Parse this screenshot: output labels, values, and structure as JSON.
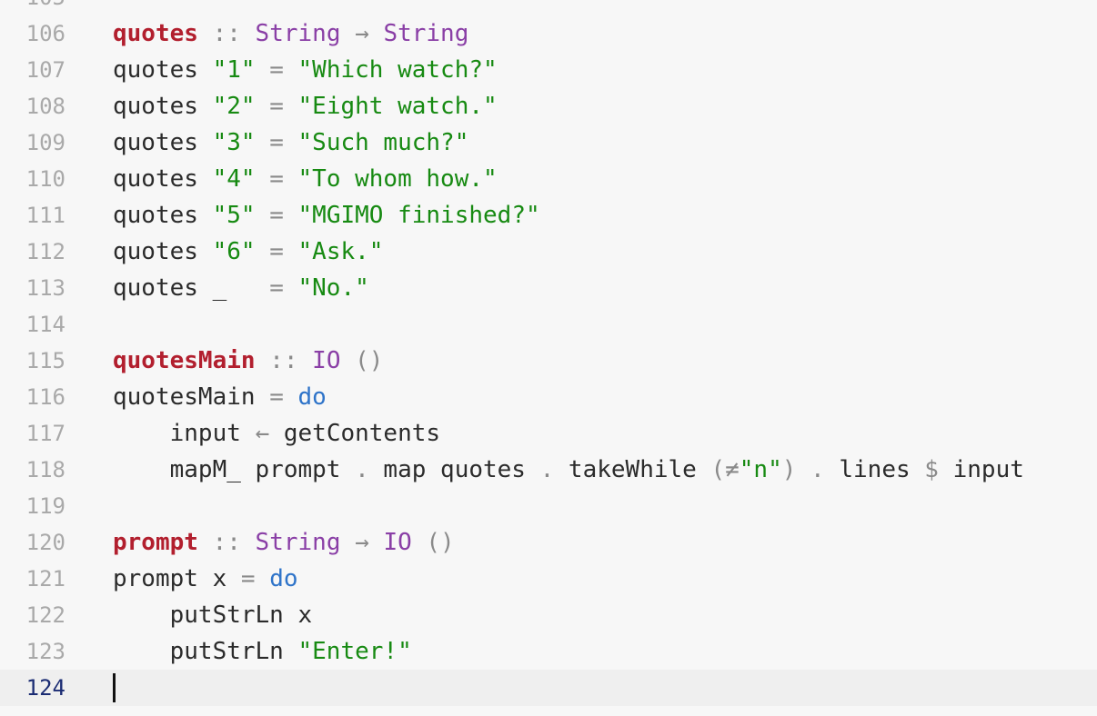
{
  "editor": {
    "lines": [
      {
        "num": "105",
        "tokens": []
      },
      {
        "num": "106",
        "tokens": [
          {
            "t": "quotes",
            "c": "fn"
          },
          {
            "t": " :: ",
            "c": "op"
          },
          {
            "t": "String",
            "c": "typ"
          },
          {
            "t": " → ",
            "c": "op"
          },
          {
            "t": "String",
            "c": "typ"
          }
        ]
      },
      {
        "num": "107",
        "tokens": [
          {
            "t": "quotes ",
            "c": ""
          },
          {
            "t": "\"1\"",
            "c": "str"
          },
          {
            "t": " = ",
            "c": "op"
          },
          {
            "t": "\"Which watch?\"",
            "c": "str"
          }
        ]
      },
      {
        "num": "108",
        "tokens": [
          {
            "t": "quotes ",
            "c": ""
          },
          {
            "t": "\"2\"",
            "c": "str"
          },
          {
            "t": " = ",
            "c": "op"
          },
          {
            "t": "\"Eight watch.\"",
            "c": "str"
          }
        ]
      },
      {
        "num": "109",
        "tokens": [
          {
            "t": "quotes ",
            "c": ""
          },
          {
            "t": "\"3\"",
            "c": "str"
          },
          {
            "t": " = ",
            "c": "op"
          },
          {
            "t": "\"Such much?\"",
            "c": "str"
          }
        ]
      },
      {
        "num": "110",
        "tokens": [
          {
            "t": "quotes ",
            "c": ""
          },
          {
            "t": "\"4\"",
            "c": "str"
          },
          {
            "t": " = ",
            "c": "op"
          },
          {
            "t": "\"To whom how.\"",
            "c": "str"
          }
        ]
      },
      {
        "num": "111",
        "tokens": [
          {
            "t": "quotes ",
            "c": ""
          },
          {
            "t": "\"5\"",
            "c": "str"
          },
          {
            "t": " = ",
            "c": "op"
          },
          {
            "t": "\"MGIMO finished?\"",
            "c": "str"
          }
        ]
      },
      {
        "num": "112",
        "tokens": [
          {
            "t": "quotes ",
            "c": ""
          },
          {
            "t": "\"6\"",
            "c": "str"
          },
          {
            "t": " = ",
            "c": "op"
          },
          {
            "t": "\"Ask.\"",
            "c": "str"
          }
        ]
      },
      {
        "num": "113",
        "tokens": [
          {
            "t": "quotes _   ",
            "c": ""
          },
          {
            "t": "= ",
            "c": "op"
          },
          {
            "t": "\"No.\"",
            "c": "str"
          }
        ]
      },
      {
        "num": "114",
        "tokens": []
      },
      {
        "num": "115",
        "tokens": [
          {
            "t": "quotesMain",
            "c": "fn"
          },
          {
            "t": " :: ",
            "c": "op"
          },
          {
            "t": "IO",
            "c": "typ"
          },
          {
            "t": " ()",
            "c": "op"
          }
        ]
      },
      {
        "num": "116",
        "tokens": [
          {
            "t": "quotesMain ",
            "c": ""
          },
          {
            "t": "= ",
            "c": "op"
          },
          {
            "t": "do",
            "c": "kw"
          }
        ]
      },
      {
        "num": "117",
        "tokens": [
          {
            "t": "    input ",
            "c": ""
          },
          {
            "t": "← ",
            "c": "op"
          },
          {
            "t": "getContents",
            "c": ""
          }
        ]
      },
      {
        "num": "118",
        "tokens": [
          {
            "t": "    mapM_ prompt ",
            "c": ""
          },
          {
            "t": ". ",
            "c": "op"
          },
          {
            "t": "map quotes ",
            "c": ""
          },
          {
            "t": ". ",
            "c": "op"
          },
          {
            "t": "takeWhile ",
            "c": ""
          },
          {
            "t": "(≠",
            "c": "op"
          },
          {
            "t": "\"n\"",
            "c": "str"
          },
          {
            "t": ") . ",
            "c": "op"
          },
          {
            "t": "lines ",
            "c": ""
          },
          {
            "t": "$ ",
            "c": "op"
          },
          {
            "t": "input",
            "c": ""
          }
        ]
      },
      {
        "num": "119",
        "tokens": []
      },
      {
        "num": "120",
        "tokens": [
          {
            "t": "prompt",
            "c": "fn"
          },
          {
            "t": " :: ",
            "c": "op"
          },
          {
            "t": "String",
            "c": "typ"
          },
          {
            "t": " → ",
            "c": "op"
          },
          {
            "t": "IO",
            "c": "typ"
          },
          {
            "t": " ()",
            "c": "op"
          }
        ]
      },
      {
        "num": "121",
        "tokens": [
          {
            "t": "prompt x ",
            "c": ""
          },
          {
            "t": "= ",
            "c": "op"
          },
          {
            "t": "do",
            "c": "kw"
          }
        ]
      },
      {
        "num": "122",
        "tokens": [
          {
            "t": "    putStrLn x",
            "c": ""
          }
        ]
      },
      {
        "num": "123",
        "tokens": [
          {
            "t": "    putStrLn ",
            "c": ""
          },
          {
            "t": "\"Enter!\"",
            "c": "str"
          }
        ]
      },
      {
        "num": "124",
        "tokens": [],
        "current": true
      }
    ]
  }
}
